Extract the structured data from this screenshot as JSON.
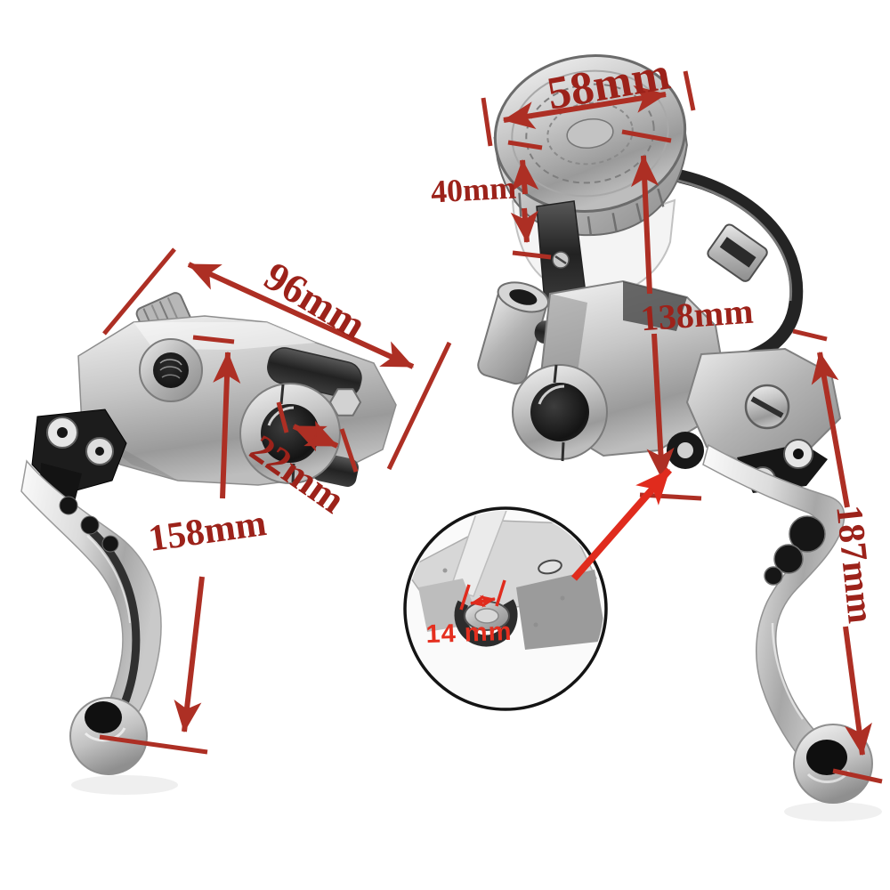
{
  "page": {
    "type": "product-dimension-diagram",
    "subject": "CNC motorcycle brake and clutch master cylinder lever set with fluid reservoir",
    "background_color": "#ffffff"
  },
  "colors": {
    "dimension_text": "#9c221a",
    "dimension_arrows": "#ad2f24",
    "inset_accent": "#e52f1f",
    "inset_circle_outline": "#141414"
  },
  "dimensions": {
    "cap_diameter": {
      "label": "58mm"
    },
    "reservoir_height": {
      "label": "40mm"
    },
    "body_width": {
      "label": "96mm"
    },
    "assembly_height": {
      "label": "138mm"
    },
    "clamp_bore": {
      "label": "22mm"
    },
    "left_lever_length": {
      "label": "158mm"
    },
    "right_lever_length": {
      "label": "187mm"
    },
    "piston_diameter": {
      "label": "14 mm"
    }
  }
}
